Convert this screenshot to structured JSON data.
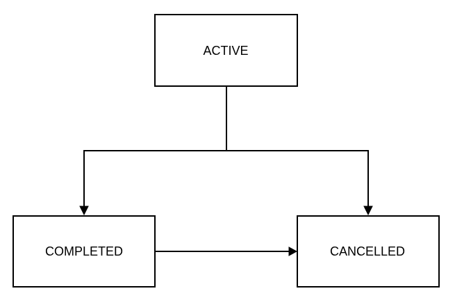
{
  "diagram": {
    "nodes": [
      {
        "id": "active",
        "label": "ACTIVE"
      },
      {
        "id": "completed",
        "label": "COMPLETED"
      },
      {
        "id": "cancelled",
        "label": "CANCELLED"
      }
    ],
    "edges": [
      {
        "from": "active",
        "to": "completed"
      },
      {
        "from": "active",
        "to": "cancelled"
      },
      {
        "from": "completed",
        "to": "cancelled"
      }
    ],
    "colors": {
      "stroke": "#000000",
      "fill": "#ffffff",
      "text": "#000000"
    }
  }
}
